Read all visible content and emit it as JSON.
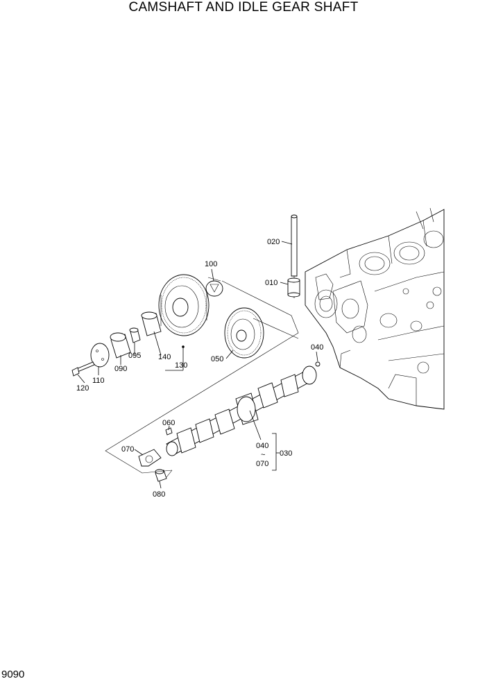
{
  "title": "CAMSHAFT AND IDLE GEAR SHAFT",
  "page_number": "9090",
  "callouts": {
    "c020": "020",
    "c010": "010",
    "c100": "100",
    "c040_top": "040",
    "c140": "140",
    "c130": "130",
    "c050": "050",
    "c095": "095",
    "c090": "090",
    "c110": "110",
    "c120": "120",
    "c060": "060",
    "c070_left": "070",
    "c080": "080",
    "c040_range": "040",
    "c070_range": "070",
    "c030": "030",
    "range_sep": "~"
  }
}
